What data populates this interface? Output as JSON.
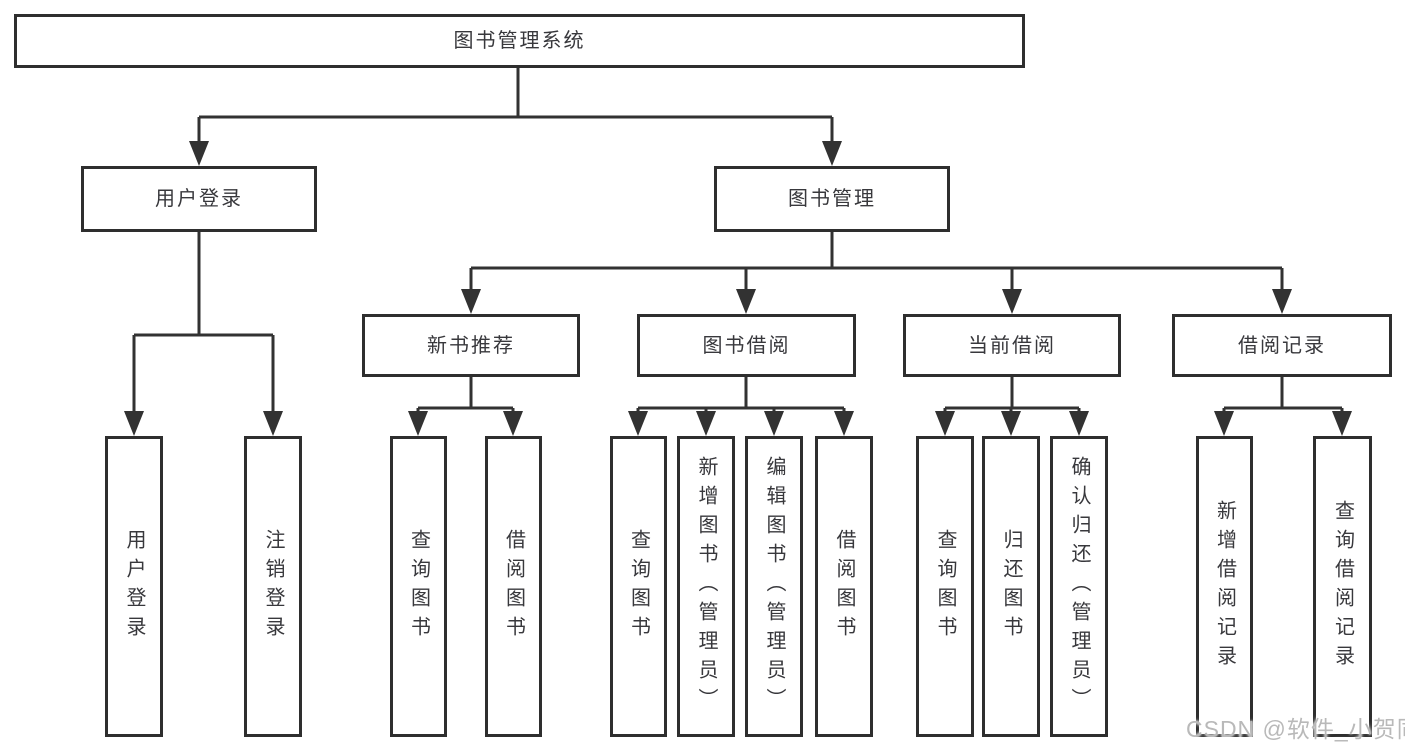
{
  "tree": {
    "root": {
      "label": "图书管理系统"
    },
    "branches": [
      {
        "label": "用户登录",
        "children": [
          {
            "label": "用户登录"
          },
          {
            "label": "注销登录"
          }
        ]
      },
      {
        "label": "图书管理",
        "children": [
          {
            "label": "新书推荐",
            "children": [
              {
                "label": "查询图书"
              },
              {
                "label": "借阅图书"
              }
            ]
          },
          {
            "label": "图书借阅",
            "children": [
              {
                "label": "查询图书"
              },
              {
                "label": "新增图书（管理员）"
              },
              {
                "label": "编辑图书（管理员）"
              },
              {
                "label": "借阅图书"
              }
            ]
          },
          {
            "label": "当前借阅",
            "children": [
              {
                "label": "查询图书"
              },
              {
                "label": "归还图书"
              },
              {
                "label": "确认归还（管理员）"
              }
            ]
          },
          {
            "label": "借阅记录",
            "children": [
              {
                "label": "新增借阅记录"
              },
              {
                "label": "查询借阅记录"
              }
            ]
          }
        ]
      }
    ]
  },
  "watermark": {
    "text": "CSDN @软件_小贺同学"
  },
  "colors": {
    "line": "#323232",
    "box_border": "#2e2e2e",
    "text": "#38383c",
    "watermark": "#b9b9b9",
    "background": "#ffffff"
  }
}
